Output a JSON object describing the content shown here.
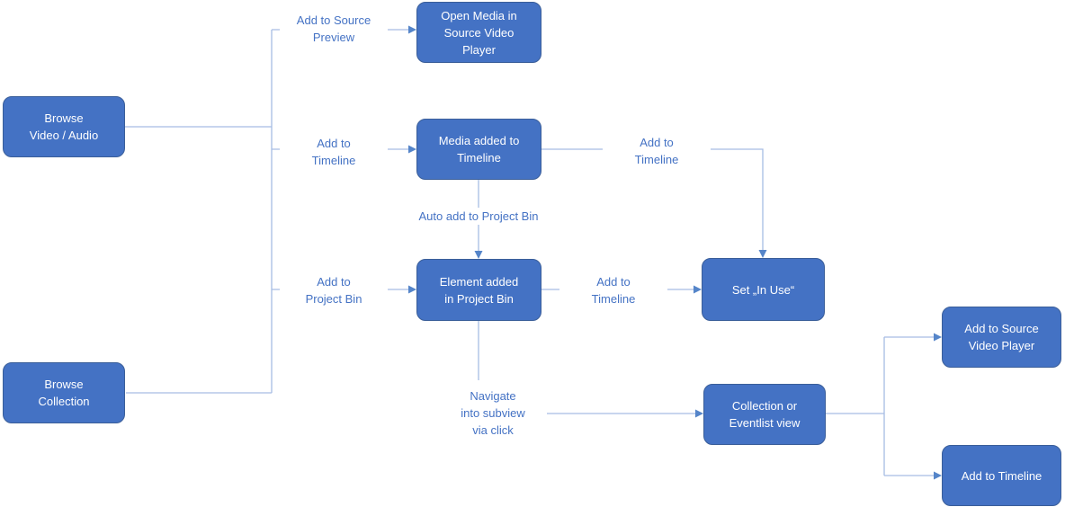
{
  "colors": {
    "background": "#FFFFFF",
    "box_fill": "#4472C4",
    "box_border": "#3A5E99",
    "box_text": "#FFFFFF",
    "connector": "#A6BCE3",
    "arrowhead": "#5585C9",
    "label_text": "#4472C4"
  },
  "boxes": [
    {
      "id": "browse-video-audio",
      "lines": [
        "Browse",
        "Video / Audio"
      ]
    },
    {
      "id": "browse-collection",
      "lines": [
        "Browse",
        "Collection"
      ]
    },
    {
      "id": "open-media-in-source-video-player",
      "lines": [
        "Open Media in",
        "Source Video",
        "Player"
      ]
    },
    {
      "id": "media-added-to-timeline",
      "lines": [
        "Media added to",
        "Timeline"
      ]
    },
    {
      "id": "element-added-in-project-bin",
      "lines": [
        "Element added",
        "in Project Bin"
      ]
    },
    {
      "id": "set-in-use",
      "lines": [
        "Set „In Use“"
      ]
    },
    {
      "id": "collection-or-eventlist-view",
      "lines": [
        "Collection or",
        "Eventlist view"
      ]
    },
    {
      "id": "add-to-source-video-player",
      "lines": [
        "Add to Source",
        "Video Player"
      ]
    },
    {
      "id": "add-to-timeline-node",
      "lines": [
        "Add to Timeline"
      ]
    }
  ],
  "edge_labels": [
    {
      "id": "add-to-source-preview",
      "lines": [
        "Add to Source",
        "Preview"
      ]
    },
    {
      "id": "add-to-timeline-upper",
      "lines": [
        "Add to",
        "Timeline"
      ]
    },
    {
      "id": "add-to-timeline-media",
      "lines": [
        "Add to",
        "Timeline"
      ]
    },
    {
      "id": "auto-add-to-project-bin",
      "lines": [
        "Auto add to Project Bin"
      ]
    },
    {
      "id": "add-to-project-bin",
      "lines": [
        "Add to",
        "Project Bin"
      ]
    },
    {
      "id": "add-to-timeline-element",
      "lines": [
        "Add to",
        "Timeline"
      ]
    },
    {
      "id": "navigate-into-subview",
      "lines": [
        "Navigate",
        "into subview",
        "via click"
      ]
    }
  ]
}
